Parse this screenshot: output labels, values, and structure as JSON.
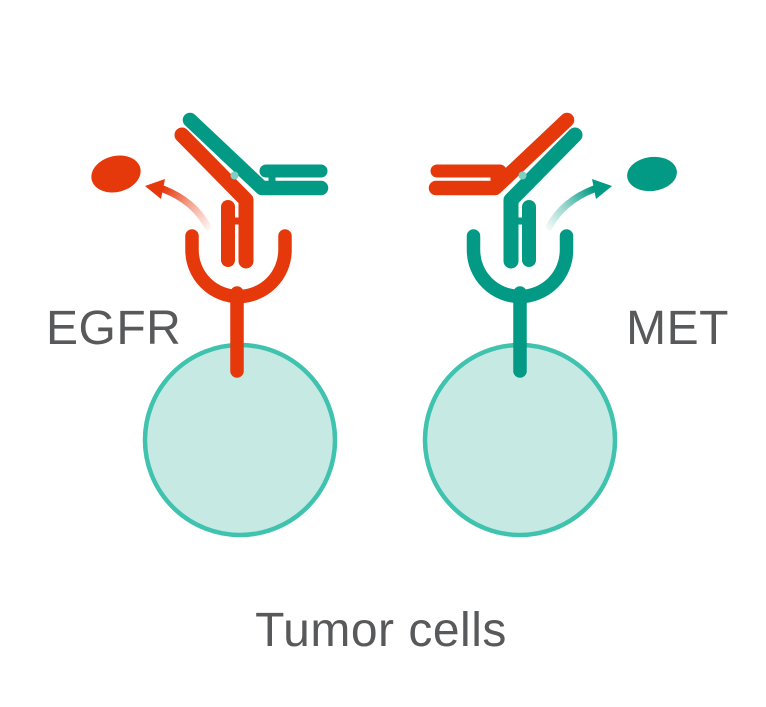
{
  "labels": {
    "left_receptor": "EGFR",
    "right_receptor": "MET",
    "caption": "Tumor cells"
  },
  "colors": {
    "red": "#e5380b",
    "teal": "#029a84",
    "hinge_dot": "#7ed0c2",
    "cell_fill": "#c6eae3",
    "cell_stroke": "#3fc3ae",
    "label_gray": "#58595b",
    "background": "#ffffff"
  },
  "diagram": {
    "type": "bispecific-antibody-mechanism",
    "panels": [
      {
        "receptor": "EGFR",
        "receptor_color": "#e5380b",
        "antibody_arm_in_receptor": "red",
        "antibody_arm_free": "teal",
        "ligand_color": "#e5380b",
        "ligand_deflected_direction": "up-left",
        "cell": "tumor cell"
      },
      {
        "receptor": "MET",
        "receptor_color": "#029a84",
        "antibody_arm_in_receptor": "teal",
        "antibody_arm_free": "red",
        "ligand_color": "#029a84",
        "ligand_deflected_direction": "up-right",
        "cell": "tumor cell"
      }
    ]
  }
}
